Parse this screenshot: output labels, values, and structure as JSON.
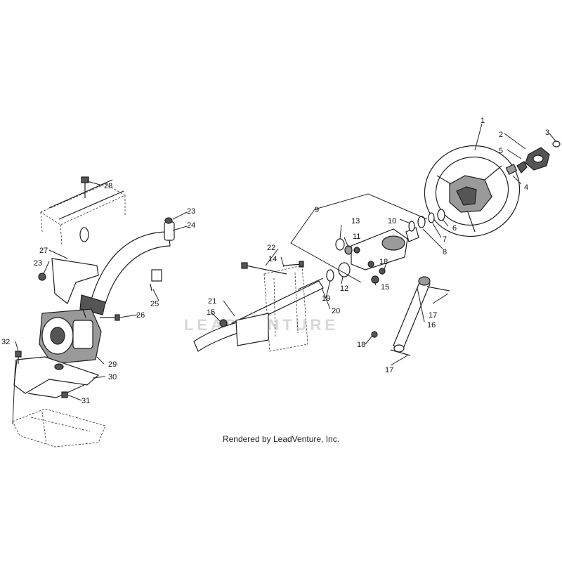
{
  "footer_text": "Rendered by LeadVenture, Inc.",
  "watermark_text": "LEADVENTURE",
  "callouts": {
    "c1": "1",
    "c2": "2",
    "c3": "3",
    "c4": "4",
    "c5": "5",
    "c6": "6",
    "c7": "7",
    "c8": "8",
    "c9": "9",
    "c10": "10",
    "c11": "11",
    "c12": "12",
    "c13": "13",
    "c14": "14",
    "c15a": "15",
    "c15b": "15",
    "c16": "16",
    "c17a": "17",
    "c17b": "17",
    "c18a": "18",
    "c18b": "18",
    "c19": "19",
    "c20": "20",
    "c21": "21",
    "c22": "22",
    "c23a": "23",
    "c23b": "23",
    "c24": "24",
    "c25": "25",
    "c26": "26",
    "c27": "27",
    "c28": "28",
    "c29": "29",
    "c30": "30",
    "c31": "31",
    "c32": "32"
  }
}
